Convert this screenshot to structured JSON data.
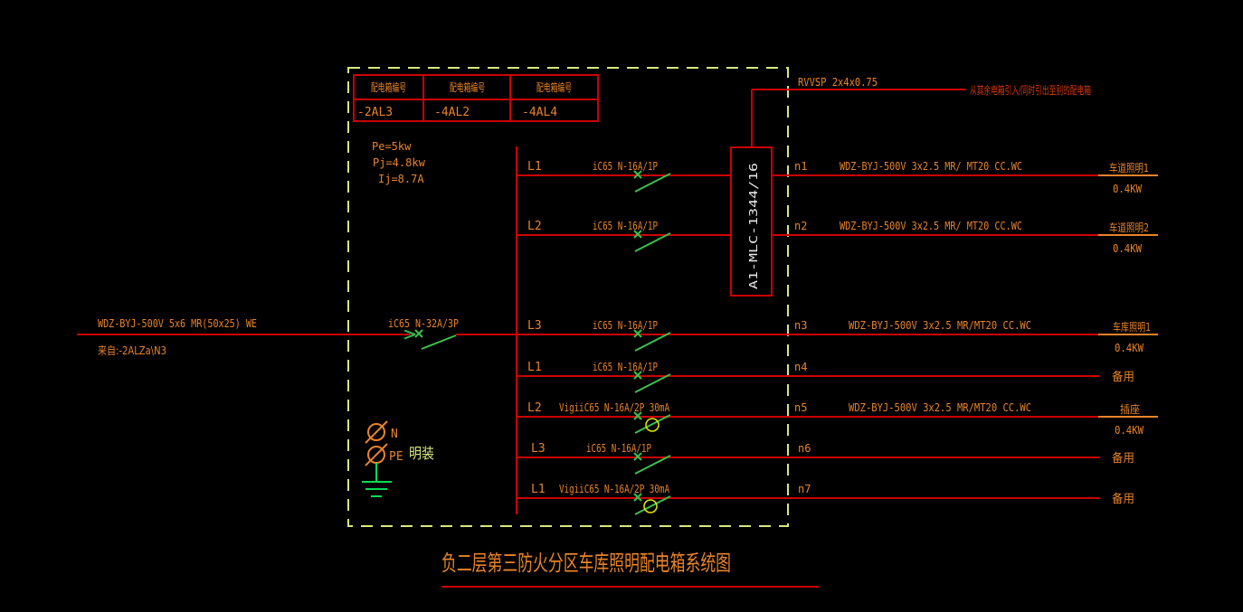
{
  "title": "负二层第三防火分区车库照明配电箱系统图",
  "panel_table": {
    "columns": [
      {
        "header": "配电箱编号",
        "value": "-2AL3"
      },
      {
        "header": "配电箱编号",
        "value": "-4AL2"
      },
      {
        "header": "配电箱编号",
        "value": "-4AL4"
      }
    ]
  },
  "panel_params": {
    "pe": "Pe=5kw",
    "pj": "Pj=4.8kw",
    "ij": "Ij=8.7A"
  },
  "incoming": {
    "cable": "WDZ-BYJ-500V 5x6 MR(50x25) WE",
    "source": "来自:-2ALZa\\N3",
    "breaker": "iC65 N-32A/3P"
  },
  "control": {
    "module": "A1-MLC-1344/16",
    "cable": "RVVSP 2x4x0.75",
    "note": "从其余电箱引入/同时引出至别的配电箱"
  },
  "terminals": {
    "n": "N",
    "pe": "PE",
    "mount": "明装"
  },
  "circuits": [
    {
      "phase": "L1",
      "breaker": "iC65 N-16A/1P",
      "id": "n1",
      "cable": "WDZ-BYJ-500V 3x2.5  MR/ MT20 CC.WC",
      "load": "车道照明1",
      "power": "0.4KW"
    },
    {
      "phase": "L2",
      "breaker": "iC65 N-16A/1P",
      "id": "n2",
      "cable": "WDZ-BYJ-500V 3x2.5  MR/ MT20 CC.WC",
      "load": "车道照明2",
      "power": "0.4KW"
    },
    {
      "phase": "L3",
      "breaker": "iC65 N-16A/1P",
      "id": "n3",
      "cable": "WDZ-BYJ-500V 3x2.5  MR/MT20  CC.WC",
      "load": "车库照明1",
      "power": "0.4KW"
    },
    {
      "phase": "L1",
      "breaker": "iC65 N-16A/1P",
      "id": "n4",
      "load": "备用"
    },
    {
      "phase": "L2",
      "breaker": "VigiiC65 N-16A/2P 30mA",
      "id": "n5",
      "cable": "WDZ-BYJ-500V 3x2.5  MR/MT20  CC.WC",
      "load": "插座",
      "power": "0.4KW"
    },
    {
      "phase": "L3",
      "breaker": "iC65 N-16A/1P",
      "id": "n6",
      "load": "备用"
    },
    {
      "phase": "L1",
      "breaker": "VigiiC65 N-16A/2P 30mA",
      "id": "n7",
      "load": "备用"
    }
  ],
  "colors": {
    "background": "#000000",
    "wire_red": "#cc0000",
    "label_orange": "#e8832a",
    "switch_green": "#3bbf4e",
    "ground_green": "#00dd55",
    "boundary_dash": "#d6e87e",
    "vigi_yellow": "#e6e600",
    "module_text": "#e8e8e8",
    "note_red": "#d93605"
  }
}
